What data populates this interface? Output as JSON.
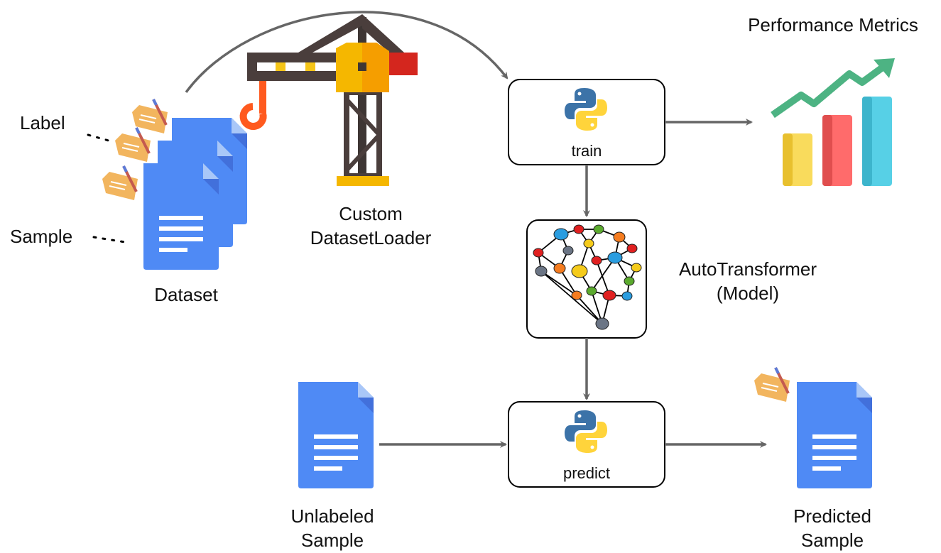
{
  "labels": {
    "label": "Label",
    "sample": "Sample",
    "dataset": "Dataset",
    "loader_line1": "Custom",
    "loader_line2": "DatasetLoader",
    "metrics": "Performance Metrics",
    "model_line1": "AutoTransformer",
    "model_line2": "(Model)",
    "unlabeled_line1": "Unlabeled",
    "unlabeled_line2": "Sample",
    "predicted_line1": "Predicted",
    "predicted_line2": "Sample",
    "train": "train",
    "predict": "predict"
  },
  "icons": [
    "document-icon",
    "tag-icon",
    "crane-icon",
    "python-icon",
    "neural-network-icon",
    "bar-chart-icon"
  ],
  "colors": {
    "doc": "#4F8AF5",
    "doc_fold": "#A9C7F8",
    "doc_shadow": "#3B5FC9",
    "tag": "#F2B55E",
    "arrow": "#666666",
    "bar_yellow": "#F9DB5C",
    "bar_red": "#FF6B6B",
    "bar_cyan": "#57D0E6",
    "trend": "#4DB383"
  }
}
